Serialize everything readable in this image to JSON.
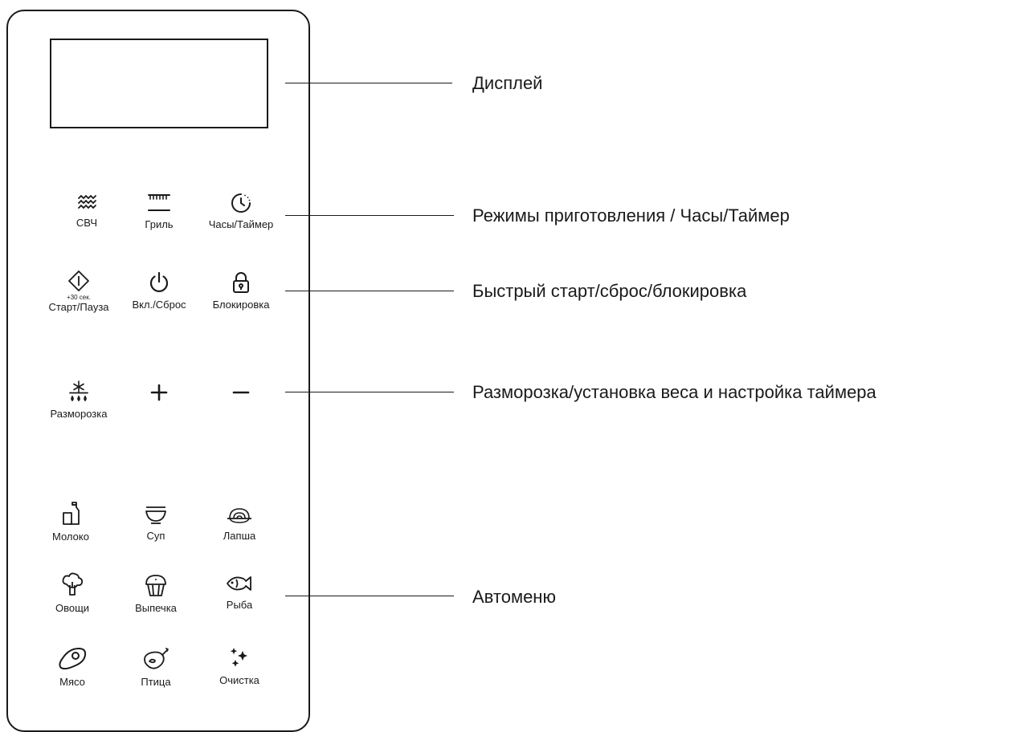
{
  "panel": {
    "buttons": {
      "microwave": {
        "label": "СВЧ",
        "icon": "waves-icon"
      },
      "grill": {
        "label": "Гриль",
        "icon": "grill-icon"
      },
      "clock_timer": {
        "label": "Часы/Таймер",
        "icon": "clock-timer-icon"
      },
      "start_pause": {
        "label": "Старт/Пауза",
        "sublabel": "+30 сек.",
        "icon": "start-diamond-icon"
      },
      "power_reset": {
        "label": "Вкл./Сброс",
        "icon": "power-icon"
      },
      "lock": {
        "label": "Блокировка",
        "icon": "lock-icon"
      },
      "defrost": {
        "label": "Разморозка",
        "icon": "snowflake-drops-icon"
      },
      "plus": {
        "label": "",
        "icon": "plus-icon"
      },
      "minus": {
        "label": "",
        "icon": "minus-icon"
      },
      "milk": {
        "label": "Молоко",
        "icon": "milk-bottle-icon"
      },
      "soup": {
        "label": "Суп",
        "icon": "bowl-icon"
      },
      "noodles": {
        "label": "Лапша",
        "icon": "noodles-icon"
      },
      "vegetables": {
        "label": "Овощи",
        "icon": "broccoli-icon"
      },
      "baking": {
        "label": "Выпечка",
        "icon": "muffin-icon"
      },
      "fish": {
        "label": "Рыба",
        "icon": "fish-icon"
      },
      "meat": {
        "label": "Мясо",
        "icon": "steak-icon"
      },
      "poultry": {
        "label": "Птица",
        "icon": "chicken-icon"
      },
      "cleaning": {
        "label": "Очистка",
        "icon": "sparkles-icon"
      }
    }
  },
  "callouts": {
    "display": "Дисплей",
    "cooking_modes": "Режимы приготовления / Часы/Таймер",
    "quick_start": "Быстрый старт/сброс/блокировка",
    "defrost_weight": "Разморозка/установка веса и настройка таймера",
    "automenu": "Автоменю"
  },
  "colors": {
    "line": "#1a1a1a",
    "background": "#ffffff"
  }
}
